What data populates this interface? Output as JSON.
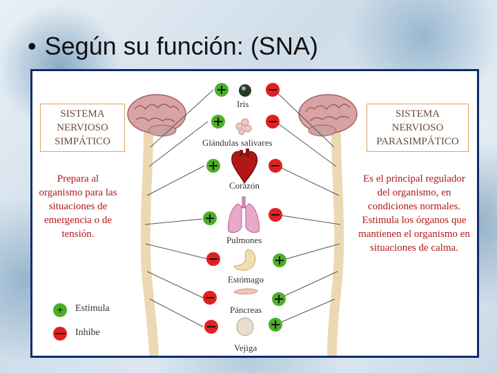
{
  "slide": {
    "bullet": "•",
    "title": "Según su función: (SNA)"
  },
  "sympathetic": {
    "title_lines": [
      "SISTEMA",
      "NERVIOSO",
      "SIMPÁTICO"
    ],
    "description_lines": [
      "Prepara al",
      "organismo para las",
      "situaciones de",
      "emergencia o de",
      "tensión."
    ]
  },
  "parasympathetic": {
    "title_lines": [
      "SISTEMA",
      "NERVIOSO",
      "PARASIMPÁTICO"
    ],
    "description_lines": [
      "Es el principal regulador",
      "del organismo, en",
      "condiciones normales.",
      "Estimula los órganos que",
      "mantienen el organismo en",
      "situaciones de calma."
    ]
  },
  "organs": [
    {
      "label": "Iris",
      "sympathetic": "+",
      "parasympathetic": "−"
    },
    {
      "label": "Glándulas salivares",
      "sympathetic": "+",
      "parasympathetic": "−"
    },
    {
      "label": "Corazón",
      "sympathetic": "+",
      "parasympathetic": "−"
    },
    {
      "label": "Pulmones",
      "sympathetic": "+",
      "parasympathetic": "−"
    },
    {
      "label": "Estómago",
      "sympathetic": "−",
      "parasympathetic": "+"
    },
    {
      "label": "Páncreas",
      "sympathetic": "−",
      "parasympathetic": "+"
    },
    {
      "label": "Vejiga",
      "sympathetic": "−",
      "parasympathetic": "+"
    }
  ],
  "legend": {
    "stimulate": "Estimula",
    "inhibit": "Inhibe"
  },
  "colors": {
    "plus": "#4caf28",
    "minus": "#e02020",
    "brain": "#c98a8a",
    "spine": "#ecd9b2",
    "panel_border": "#0d2b6b",
    "box_border": "#e0a060",
    "description": "#b01818"
  }
}
